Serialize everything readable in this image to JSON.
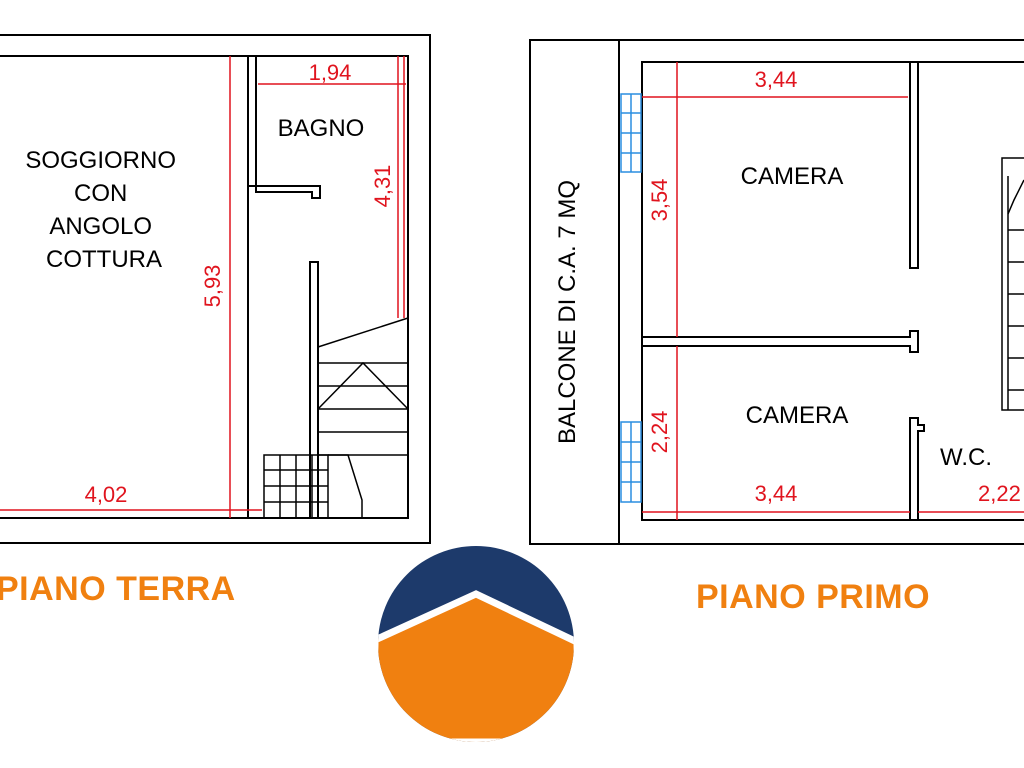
{
  "floors": {
    "ground": {
      "title": "PIANO TERRA",
      "rooms": {
        "living": [
          "SOGGIORNO",
          "CON",
          "ANGOLO",
          "COTTURA"
        ],
        "bath": "BAGNO"
      },
      "dimensions": {
        "living_width": "4,02",
        "living_depth": "5,93",
        "bath_width": "1,94",
        "bath_depth": "4,31"
      }
    },
    "first": {
      "title": "PIANO PRIMO",
      "balcony": "BALCONE DI C.A. 7 MQ",
      "rooms": {
        "bedroom_top": "CAMERA",
        "bedroom_bottom": "CAMERA",
        "wc": "W.C."
      },
      "dimensions": {
        "bedroom_top_width": "3,44",
        "bedroom_top_depth": "3,54",
        "bedroom_bottom_width": "3,44",
        "bedroom_bottom_depth": "2,24",
        "wc_width": "2,22"
      }
    }
  },
  "colors": {
    "dimension": "#e0141e",
    "wall": "#000000",
    "window": "#2a8ee0",
    "title": "#f08010",
    "logo_top": "#1d3a6b",
    "logo_bottom": "#f08010"
  }
}
